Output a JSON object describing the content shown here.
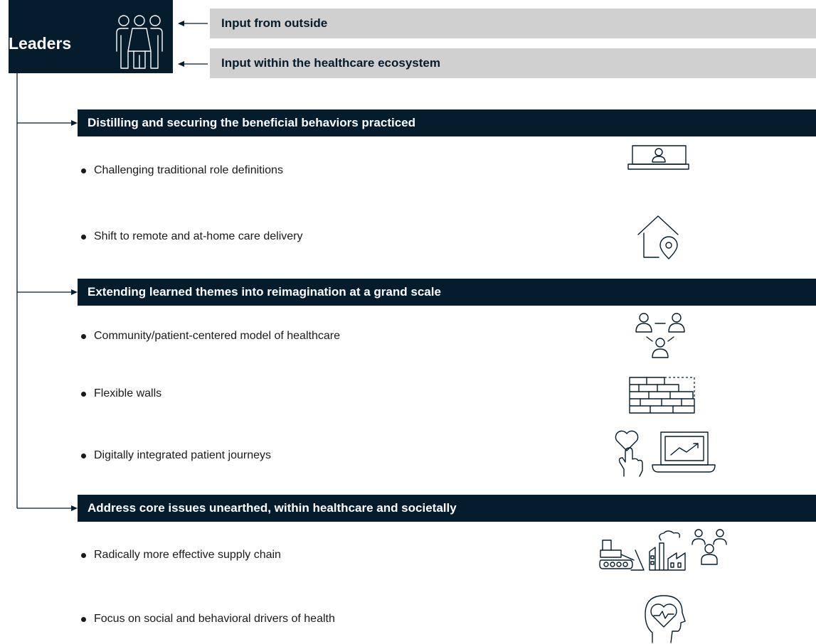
{
  "header": {
    "leaders_label": "Leaders",
    "input_outside": "Input from outside",
    "input_within": "Input within the healthcare ecosystem"
  },
  "sections": [
    {
      "title": "Distilling and securing the beneficial behaviors practiced",
      "items": [
        {
          "label": "Challenging traditional role definitions",
          "icon": "laptop-user-icon"
        },
        {
          "label": "Shift to remote and at-home care delivery",
          "icon": "home-location-icon"
        }
      ]
    },
    {
      "title": "Extending learned themes into reimagination at a grand scale",
      "items": [
        {
          "label": "Community/patient-centered model of healthcare",
          "icon": "community-network-icon"
        },
        {
          "label": "Flexible walls",
          "icon": "brick-wall-icon"
        },
        {
          "label": "Digitally integrated patient journeys",
          "icon": "digital-health-icon"
        }
      ]
    },
    {
      "title": "Address core issues unearthed, within healthcare and societally",
      "items": [
        {
          "label": "Radically more effective supply chain",
          "icon": "supply-chain-icon"
        },
        {
          "label": "Focus on social and behavioral drivers of health",
          "icon": "head-heartbeat-icon"
        }
      ]
    }
  ],
  "colors": {
    "navy": "#051c2c",
    "grey_bar": "#d0d0d0",
    "white": "#ffffff"
  }
}
